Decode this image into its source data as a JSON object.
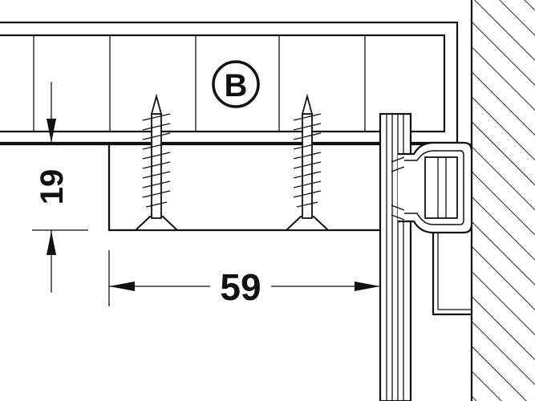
{
  "drawing": {
    "label_circle": "B",
    "dimension_height": "19",
    "dimension_width": "59",
    "colors": {
      "ink": "#111111",
      "paper": "#ffffff"
    },
    "icons": [
      "wood-screw-icon",
      "wall-hatch-icon",
      "dimension-arrow-icon"
    ]
  }
}
